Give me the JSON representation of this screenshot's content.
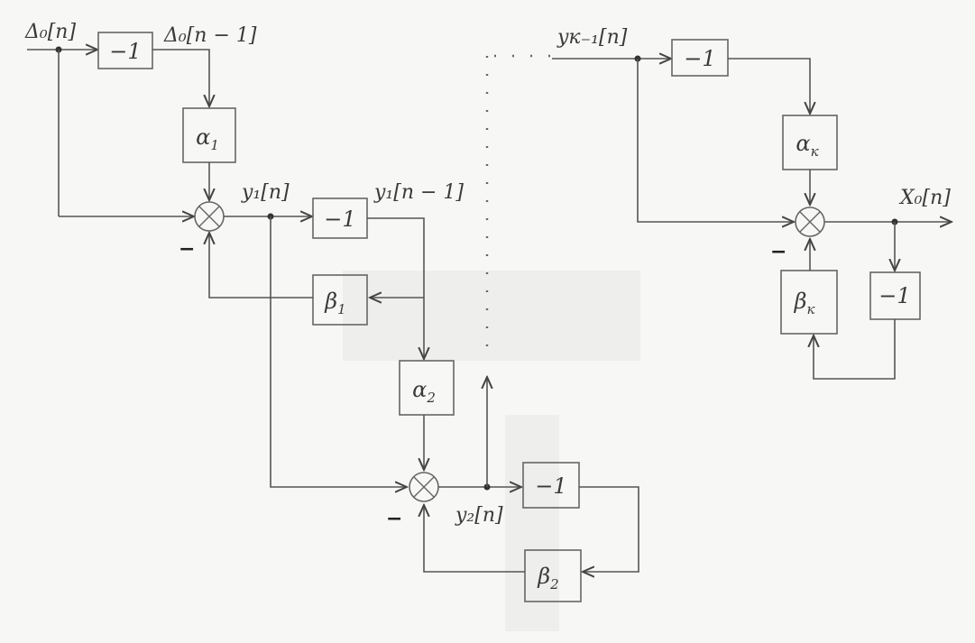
{
  "blocks": {
    "delay_in": "−1",
    "alpha1": "α",
    "alpha1_sub": "1",
    "delay1": "−1",
    "beta1": "β",
    "beta1_sub": "1",
    "alpha2": "α",
    "alpha2_sub": "2",
    "delay2": "−1",
    "beta2": "β",
    "beta2_sub": "2",
    "delay_k_in": "−1",
    "alphak": "α",
    "alphak_sub": "к",
    "betak": "β",
    "betak_sub": "к",
    "delay_out": "−1"
  },
  "signals": {
    "delta_n": "Δ₀[n]",
    "delta_n1": "Δ₀[n − 1]",
    "y1_n": "y₁[n]",
    "y1_n1": "y₁[n − 1]",
    "y2_n": "y₂[n]",
    "yk1_n": "yк₋₁[n]",
    "x_out": "X₀[n]"
  },
  "signs": {
    "neg1": "−",
    "neg2": "−",
    "negk": "−"
  }
}
